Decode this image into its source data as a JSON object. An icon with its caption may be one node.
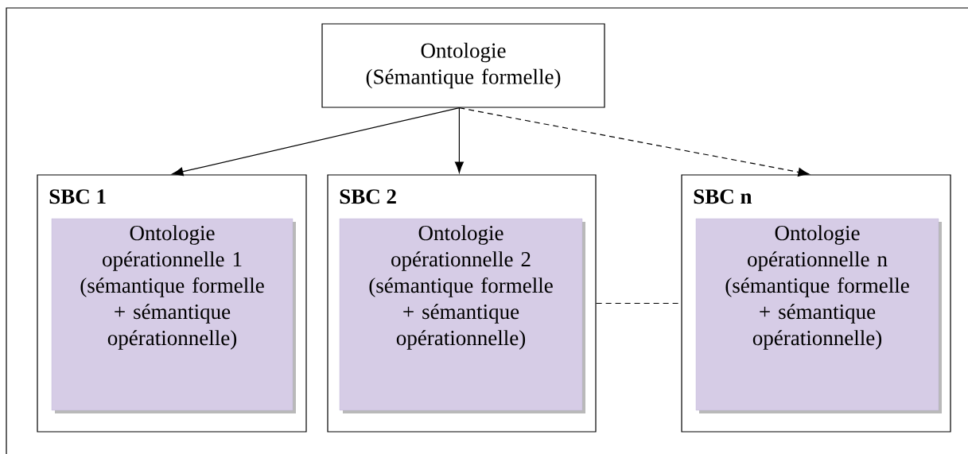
{
  "diagram": {
    "nodes": [
      {
        "text": [
          "Ontologie (Sémantique formelle)"
        ]
      },
      {
        "text": [
          "SBC 1"
        ]
      },
      {
        "text": [
          "Ontologie opérationnelle 1 (sémantique formelle + sémantique opérationnelle)"
        ],
        "in": 1
      },
      {
        "text": [
          "SBC 2"
        ]
      },
      {
        "text": [
          "Ontologie opérationnelle 2 (sémantique formelle + sémantique opérationnelle)"
        ],
        "in": 3
      },
      {
        "text": [
          "SBC n"
        ]
      },
      {
        "text": [
          "Ontologie opérationnelle n (sémantique formelle + sémantique opérationnelle)"
        ],
        "in": 5
      }
    ],
    "edges": [
      {
        "from": 0,
        "to": 1,
        "arrow": "to"
      },
      {
        "from": 0,
        "to": 3,
        "arrow": "to"
      },
      {
        "from": 0,
        "to": 5,
        "arrow": "to",
        "style": "dashed"
      },
      {
        "from": 3,
        "to": 5,
        "arrow": "none",
        "style": "dashed"
      }
    ]
  }
}
